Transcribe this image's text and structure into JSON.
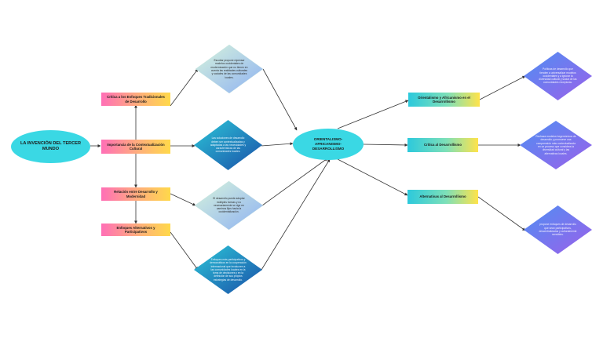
{
  "title": "LA INVENCIÓN DEL TERCER MUNDO",
  "center": "ORIENTALISMO-AFRICANISMO-DESARROLLISMO",
  "left_topics": [
    "Crítica a los Enfoques Tradicionales de Desarrollo",
    "Importancia de la Contextualización Cultural",
    "Relación entre Desarrollo y Modernidad",
    "Enfoques Alternativos y Participativos"
  ],
  "left_notes": [
    "Escobar propone repensar modelos occidentales de modernización que no tienen en cuenta las realidades culturales y sociales de las comunidades locales.",
    "Las soluciones de desarrollo deben ser contextualizadas y adaptadas a las necesidades y características de las comunidades locales.",
    "El desarrollo puede adoptar múltiples formas y no necesariamente se rige en caminos fijos hacia la occidentalización.",
    "Enfoques más participativos y democráticos en la cooperación internacional que involucren a las comunidades locales en la toma de decisiones y en la definición de sus propios estrategias de desarrollo."
  ],
  "right_topics": [
    "Orientalismo y Africanismo en el Desarrollismo",
    "Crítica al Desarrollismo",
    "Alternativas al Desarrollismo"
  ],
  "right_notes": [
    "Políticas de desarrollo que tienden a universalizar modelos occidentales y a ignorar la diversidad cultural y social de las comunidades receptoras.",
    "Rechaza modelos hegemónicos de desarrollo y promueve una comprensión más contextualizada en un proceso que considera la diversidad cultural y las alternativas locales.",
    "propone enfoques de desarrollo que sean participativos, descentralizados y culturalmente sensibles."
  ],
  "colors": {
    "oval": "#3ad8e4",
    "edge": "#333333",
    "diamond_light_a": "#d6f3dc",
    "diamond_light_b": "#8fb2f2",
    "diamond_dark_a": "#2cc6d8",
    "diamond_dark_b": "#1a4fa8",
    "diamond_purple_a": "#4f8ff3",
    "diamond_purple_b": "#9b60ea"
  }
}
